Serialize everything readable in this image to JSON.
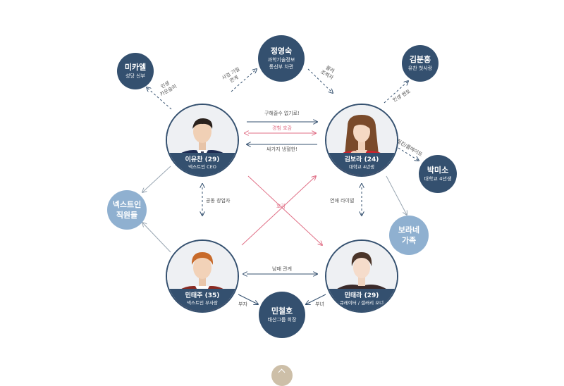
{
  "main_characters": [
    {
      "id": "yoochan",
      "name": "이유찬 (29)",
      "role": "넥스트인 CEO"
    },
    {
      "id": "bora",
      "name": "김보라 (24)",
      "role": "대학교 4년생"
    },
    {
      "id": "taeju",
      "name": "민태주 (35)",
      "role": "넥스트인 부사장"
    },
    {
      "id": "taera",
      "name": "민태라 (29)",
      "role": "큐레이터 / 갤러리 오너"
    }
  ],
  "nodes": {
    "michael": {
      "name": "미카엘",
      "role": "성당 신부"
    },
    "youngsook": {
      "name": "정영숙",
      "role_lines": [
        "과학기술정보",
        "통신부 차관"
      ]
    },
    "bunhong": {
      "name": "김분홍",
      "role": "유찬 첫사랑"
    },
    "misoo": {
      "name": "박미소",
      "role": "대학교 4년생"
    },
    "nextin_staff": {
      "name_lines": [
        "넥스트인",
        "직원들"
      ]
    },
    "bora_family": {
      "name_lines": [
        "보라네",
        "가족"
      ]
    },
    "cheolho": {
      "name": "민철호",
      "role": "태산그룹 회장"
    }
  },
  "edge_labels": {
    "yoochan_michael": [
      "인생",
      "카운슬러"
    ],
    "youngsook_yoochan": [
      "사업 기밀",
      "관계"
    ],
    "youngsook_bora": [
      "불라",
      "조력자"
    ],
    "bora_bunhong": "인생 멘토",
    "bora_misoo": "절친/룸메이트",
    "yoochan_to_bora": "구해줄수 없기로!",
    "pink_mutual": "경험 호감",
    "bora_to_yoochan": "싸가지 냉혈한!",
    "yoochan_taeju": "공동 창업자",
    "bora_taera": "연애 라이벌",
    "cross": "호감",
    "taeju_taera": "남매 관계",
    "taeju_cheolho": "부자",
    "taera_cheolho": "부녀"
  }
}
